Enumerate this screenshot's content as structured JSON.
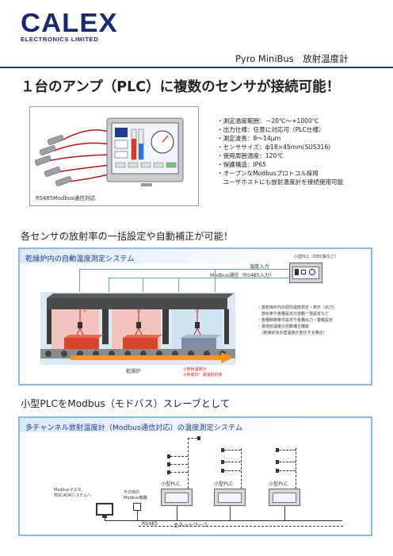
{
  "header": {
    "logo_word": "CALEX",
    "logo_sub": "ELECTRONICS LIMITED",
    "product": "Pyro MiniBus　放射温度計"
  },
  "headline": "１台のアンプ（PLC）に複数のセンサが接続可能！",
  "photo": {
    "caption": "RS485Modbus通信対応"
  },
  "specs": [
    "・測定温度範囲：－20℃～+1000℃",
    "・出力仕様：任意に対応可（PLC仕様）",
    "・測定波長：8～14μｍ",
    "・センササイズ：ф18×45mm(SUS316)",
    "・使用周囲温度：120℃",
    "・保護構造：IP65",
    "・オープンなModbusプロトコル採用",
    "　ユーザホストにも放射温度計を接続使用可能"
  ],
  "section1": {
    "subtitle": "各センサの放射率の一括設定や自動補正が可能！",
    "box_title": "乾燥炉内の自動温度測定システム",
    "plc_label": "小型PLC（IDEC製など）",
    "temp_input": "温度入力",
    "modbus_label": "Modbus通信（RS485入力）",
    "dryer_label": "乾燥炉",
    "legend1": "①放射温度計",
    "legend2": "②熱電対：測温抵抗体",
    "notes": [
      "・各乾燥炉内の個別温度測定・表示（出力）",
      "　放射率や各種設定の自動一括設定など",
      "・各種制御条件設定や各種出力・警報設定",
      "・最低射温度の自動補正機能",
      "　（乾燥炉内の壁温度が変化する場合）"
    ],
    "marker": "①"
  },
  "section2": {
    "subtitle": "小型PLCをModbus（モドバス）スレーブとして",
    "box_title": "多チャンネル放射温度計（Modbus通信対応）の温度測定システム",
    "master_label": [
      "Modbusマスタ、",
      "例SCADAシステムへ"
    ],
    "other_label": [
      "その他の",
      "Modbus機器"
    ],
    "plc_label": "小型PLC",
    "rs485": "RS485",
    "network": "主ネットワーク"
  },
  "colors": {
    "brand": "#1a2a6c",
    "rule": "#1d3c8f",
    "box_border": "#8fb8e0",
    "arrow": "#f3931d",
    "red": "#d32020"
  }
}
